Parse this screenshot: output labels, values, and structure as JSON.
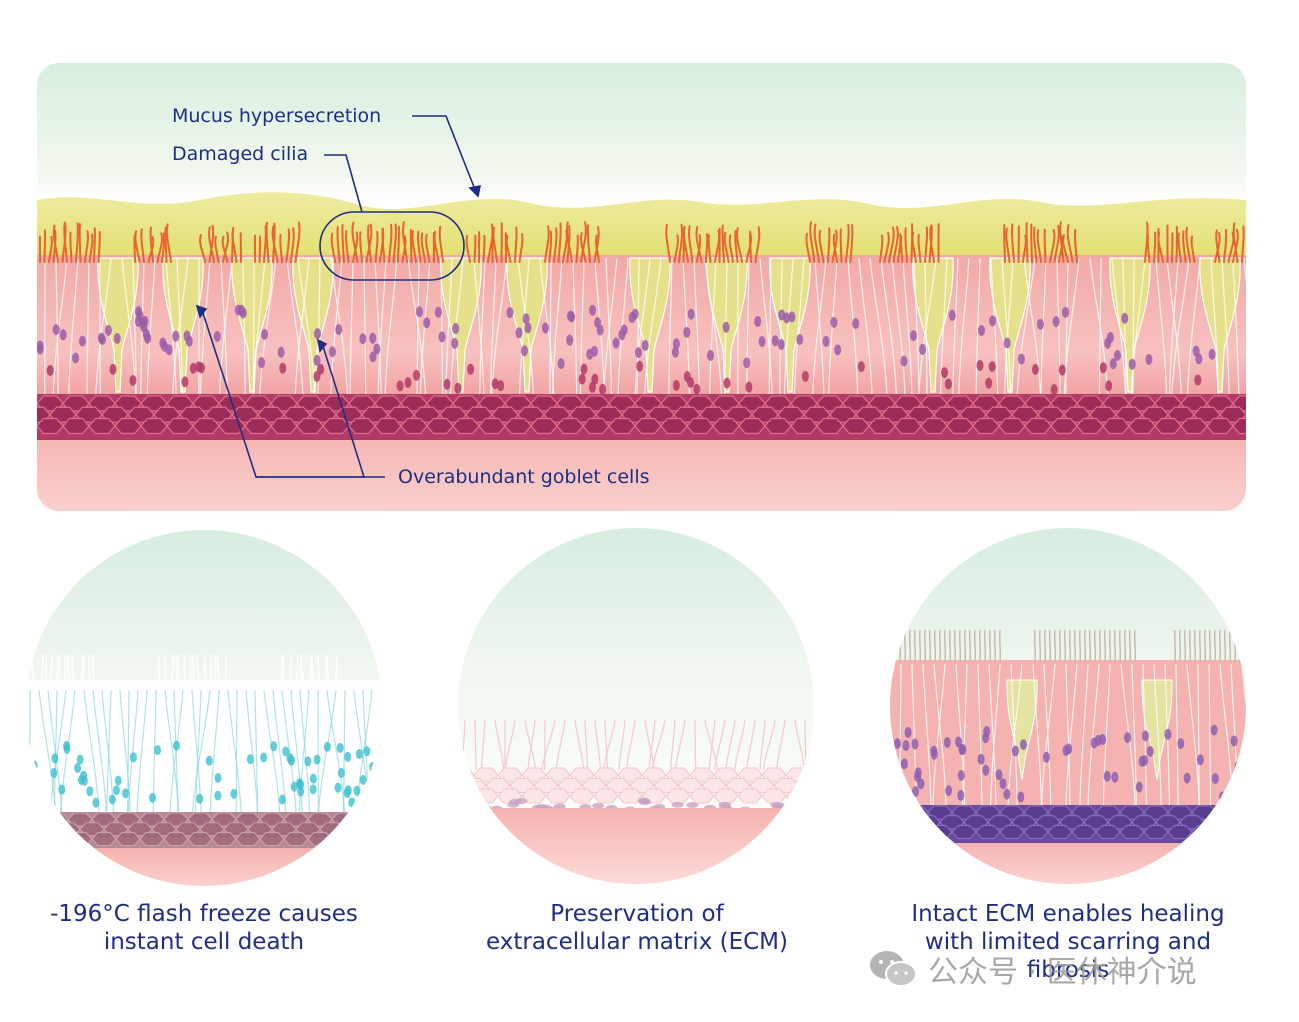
{
  "labels": {
    "mucus": "Mucus hypersecretion",
    "cilia": "Damaged cilia",
    "goblet": "Overabundant goblet cells"
  },
  "panels": [
    {
      "line1": "-196°C flash freeze causes",
      "line2": "instant cell death"
    },
    {
      "line1": "Preservation of",
      "line2": "extracellular matrix (ECM)"
    },
    {
      "line1": "Intact ECM enables healing",
      "line2": "with limited scarring and",
      "line3": "fibrosis"
    }
  ],
  "watermark": {
    "icon": "wechat-icon",
    "text": "公众号 · 医休神介说"
  },
  "colors": {
    "text": "#1f2e82",
    "mucus": "#ece889",
    "cilia": "#e8632f",
    "cell": "#f4a7a8",
    "nucleus": "#9b5ca8",
    "basement": "#b23a66",
    "frozen": "#7fd3dd",
    "healing_basement": "#6a4a9c"
  }
}
